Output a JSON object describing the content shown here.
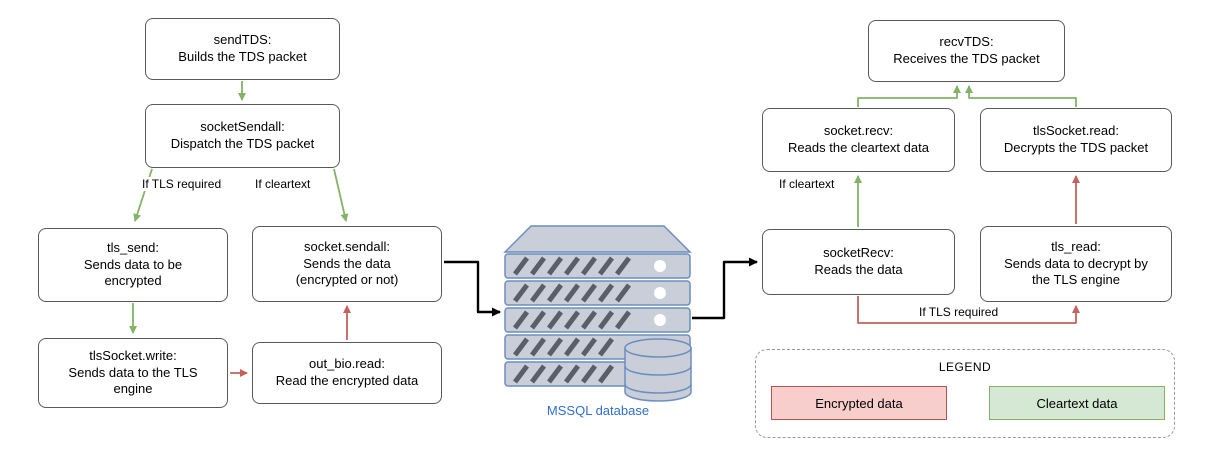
{
  "nodes": {
    "sendTDS": {
      "title": "sendTDS:",
      "desc": "Builds the TDS packet"
    },
    "socketSendall": {
      "title": "socketSendall:",
      "desc": "Dispatch the TDS packet"
    },
    "tls_send": {
      "title": "tls_send:",
      "desc": "Sends data to be\nencrypted"
    },
    "socket_sendall": {
      "title": "socket.sendall:",
      "desc": "Sends the data\n(encrypted or not)"
    },
    "tlsSocket_write": {
      "title": "tlsSocket.write:",
      "desc": "Sends data to the TLS\nengine"
    },
    "out_bio_read": {
      "title": "out_bio.read:",
      "desc": "Read the encrypted data"
    },
    "socketRecv": {
      "title": "socketRecv:",
      "desc": "Reads the data"
    },
    "socket_recv": {
      "title": "socket.recv:",
      "desc": "Reads the cleartext data"
    },
    "tlsSocket_read": {
      "title": "tlsSocket.read:",
      "desc": "Decrypts the TDS packet"
    },
    "recvTDS": {
      "title": "recvTDS:",
      "desc": "Receives the TDS packet"
    },
    "tls_read": {
      "title": "tls_read:",
      "desc": "Sends data to decrypt by\nthe TLS engine"
    }
  },
  "edge_labels": {
    "send_tls": "If TLS required",
    "send_clear": "If cleartext",
    "recv_clear": "If cleartext",
    "recv_tls": "If TLS required"
  },
  "database": {
    "label": "MSSQL database"
  },
  "legend": {
    "title": "LEGEND",
    "items": [
      {
        "label": "Encrypted data",
        "fill": "#f8cecc",
        "border": "#b85450"
      },
      {
        "label": "Cleartext data",
        "fill": "#d5e8d4",
        "border": "#82b366"
      }
    ]
  },
  "colors": {
    "encrypted_flow": "#c4625d",
    "cleartext_flow": "#82b366",
    "transport_flow": "#000000",
    "database_label": "#2f6fce",
    "server_outline": "#6c8ebf",
    "server_fill": "#c9ced9"
  }
}
